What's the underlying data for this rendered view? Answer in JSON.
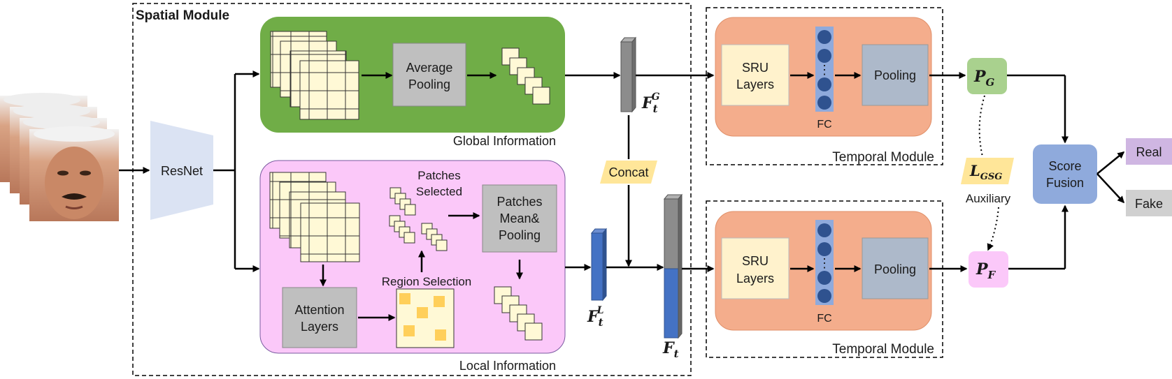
{
  "spatial": {
    "title": "Spatial Module",
    "resnet": "ResNet",
    "global_caption": "Global Information",
    "local_caption": "Local Information",
    "avg_pool_l1": "Average",
    "avg_pool_l2": "Pooling",
    "patches_selected_l1": "Patches",
    "patches_selected_l2": "Selected",
    "patches_mean_l1": "Patches",
    "patches_mean_l2": "Mean&",
    "patches_mean_l3": "Pooling",
    "region_selection": "Region Selection",
    "attention_l1": "Attention",
    "attention_l2": "Layers"
  },
  "features": {
    "global_main": "F",
    "global_sub": "t",
    "global_sup": "G",
    "local_main": "F",
    "local_sub": "t",
    "local_sup": "L",
    "fused_main": "F",
    "fused_sub": "t",
    "concat": "Concat"
  },
  "temporal_top": {
    "title": "Temporal Module",
    "sru_l1": "SRU",
    "sru_l2": "Layers",
    "fc": "FC",
    "pooling": "Pooling"
  },
  "temporal_bottom": {
    "title": "Temporal Module",
    "sru_l1": "SRU",
    "sru_l2": "Layers",
    "fc": "FC",
    "pooling": "Pooling"
  },
  "outputs": {
    "pg_main": "P",
    "pg_sub": "G",
    "pf_main": "P",
    "pf_sub": "F",
    "loss_main": "L",
    "loss_sub": "GSG",
    "auxiliary": "Auxiliary",
    "score_l1": "Score",
    "score_l2": "Fusion",
    "real": "Real",
    "fake": "Fake"
  },
  "colors": {
    "global_bg": "#70ad47",
    "local_bg": "#fbc8f9",
    "temporal_bg": "#f4ad8c",
    "sru_bg": "#fff2cc",
    "grey_box": "#bfbfbf",
    "feature_blue": "#4472c4",
    "feature_grey": "#8c8c8c",
    "pg_bg": "#a9d18e",
    "pf_bg": "#fbc8f9",
    "score_bg": "#8faadc",
    "real_bg": "#cfb6e2",
    "fake_bg": "#d0d0d0",
    "label_yellow": "#ffe699"
  }
}
